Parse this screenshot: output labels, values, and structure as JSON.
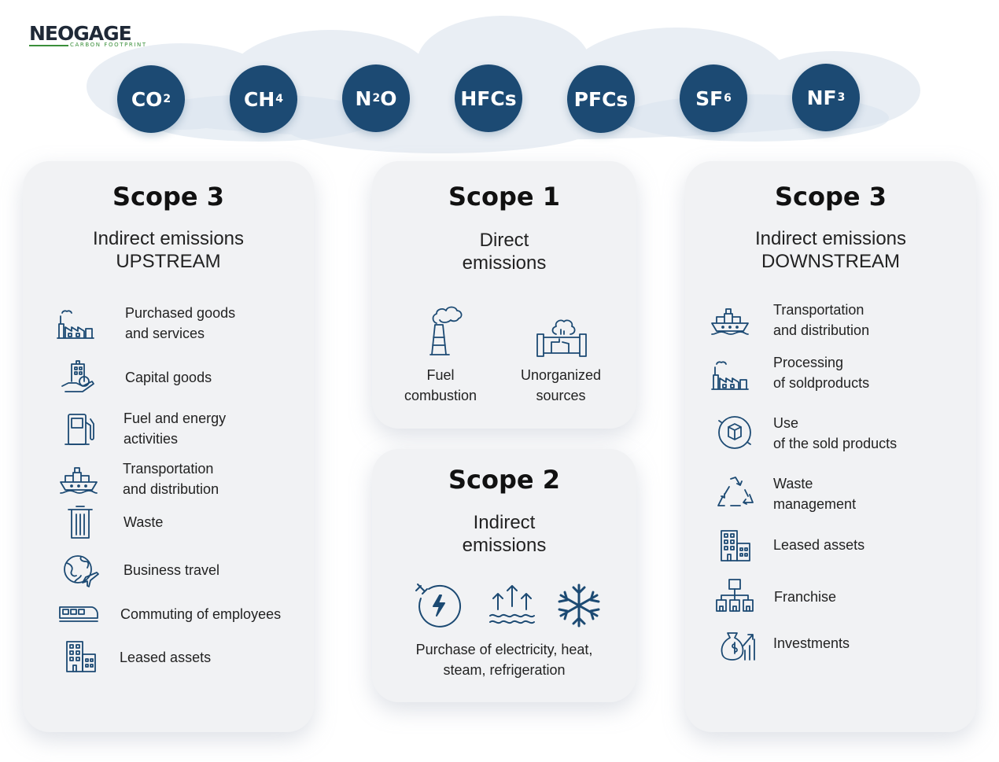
{
  "logo": {
    "word": "NEOGAGE",
    "sub": "CARBON FOOTPRINT"
  },
  "gases": [
    {
      "base": "CO",
      "sub": "2"
    },
    {
      "base": "CH",
      "sub": "4"
    },
    {
      "base": "N",
      "sub": "2",
      "tail": "O"
    },
    {
      "base": "HFCs",
      "sub": ""
    },
    {
      "base": "PFCs",
      "sub": ""
    },
    {
      "base": "SF",
      "sub": "6"
    },
    {
      "base": "NF",
      "sub": "3"
    }
  ],
  "scope3_upstream": {
    "title": "Scope 3",
    "subtitle": "Indirect emissions\nUPSTREAM",
    "items": [
      {
        "label": "Purchased goods\nand services",
        "icon": "factory-icon"
      },
      {
        "label": "Capital goods",
        "icon": "capital-goods-icon"
      },
      {
        "label": "Fuel and energy\nactivities",
        "icon": "fuel-pump-icon"
      },
      {
        "label": "Transportation\nand distribution",
        "icon": "ship-icon"
      },
      {
        "label": "Waste",
        "icon": "trash-bin-icon"
      },
      {
        "label": "Business travel",
        "icon": "globe-plane-icon"
      },
      {
        "label": "Commuting of employees",
        "icon": "train-icon"
      },
      {
        "label": "Leased assets",
        "icon": "building-icon"
      }
    ]
  },
  "scope1": {
    "title": "Scope 1",
    "subtitle": "Direct\nemissions",
    "items": [
      {
        "label": "Fuel\ncombustion",
        "icon": "chimney-icon"
      },
      {
        "label": "Unorganized\nsources",
        "icon": "pipe-leak-icon"
      }
    ]
  },
  "scope2": {
    "title": "Scope 2",
    "subtitle": "Indirect\nemissions",
    "caption": "Purchase of electricity, heat,\nsteam, refrigeration",
    "icons": [
      "electricity-plug-icon",
      "heat-waves-icon",
      "snowflake-icon"
    ]
  },
  "scope3_downstream": {
    "title": "Scope 3",
    "subtitle": "Indirect emissions\nDOWNSTREAM",
    "items": [
      {
        "label": "Transportation\nand distribution",
        "icon": "ship-icon"
      },
      {
        "label": "Processing\nof soldproducts",
        "icon": "factory-icon"
      },
      {
        "label": "Use\n of the sold products",
        "icon": "box-cycle-icon"
      },
      {
        "label": "Waste\nmanagement",
        "icon": "recycle-icon"
      },
      {
        "label": "Leased assets",
        "icon": "building-icon"
      },
      {
        "label": "Franchise",
        "icon": "franchise-icon"
      },
      {
        "label": "Investments",
        "icon": "money-bag-icon"
      }
    ]
  },
  "colors": {
    "accent": "#1c4a73",
    "card": "#f1f2f4",
    "brand_green": "#3a8f3a"
  }
}
